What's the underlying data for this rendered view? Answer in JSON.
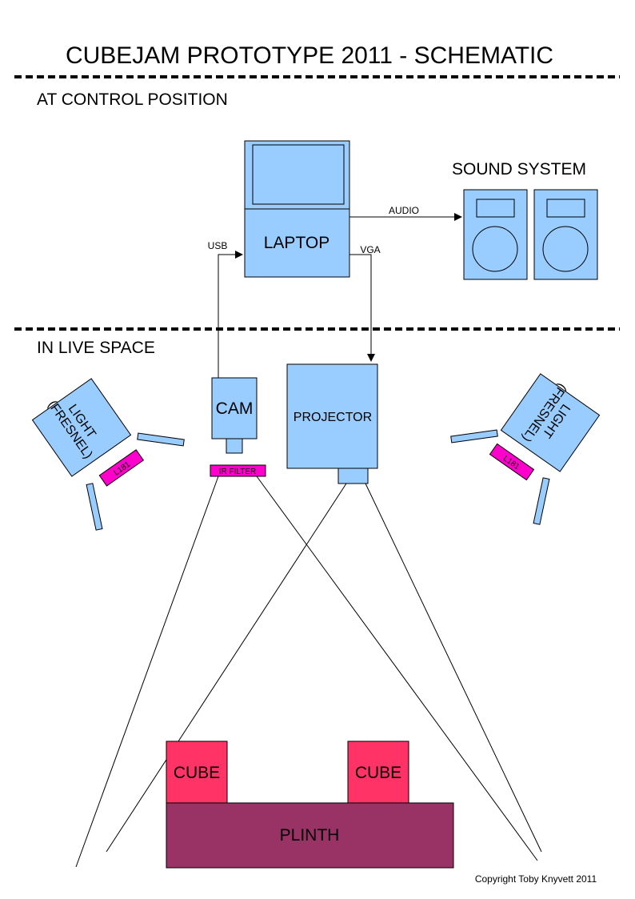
{
  "title": "CUBEJAM PROTOTYPE 2011 - SCHEMATIC",
  "sections": {
    "control": "AT CONTROL POSITION",
    "live": "IN LIVE SPACE"
  },
  "laptop": {
    "label": "LAPTOP"
  },
  "sound_system": {
    "label": "SOUND SYSTEM"
  },
  "connections": {
    "audio": "AUDIO",
    "usb": "USB",
    "vga": "VGA"
  },
  "cam": {
    "label": "CAM",
    "filter": "IR FILTER"
  },
  "projector": {
    "label": "PROJECTOR"
  },
  "light_left": {
    "line1": "LIGHT",
    "line2": "(FRESNEL)",
    "gel": "L181"
  },
  "light_right": {
    "line1": "LIGHT",
    "line2": "(FRESNEL)",
    "gel": "L181"
  },
  "cube_left": "CUBE",
  "cube_right": "CUBE",
  "plinth": "PLINTH",
  "copyright": "Copyright Toby Knyvett 2011",
  "colors": {
    "device": "#99ccff",
    "filter": "#ff00cc",
    "cube": "#ff3366",
    "plinth": "#993366"
  }
}
